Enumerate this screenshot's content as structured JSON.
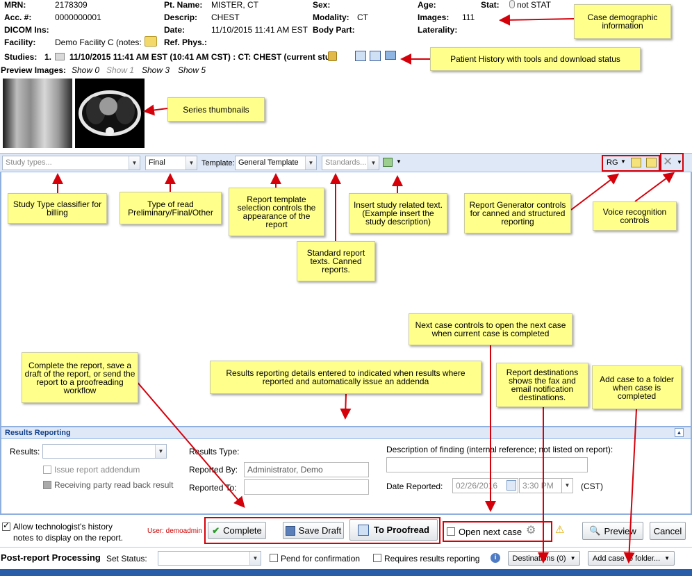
{
  "demographics": {
    "mrn_label": "MRN:",
    "mrn": "2178309",
    "acc_label": "Acc. #:",
    "acc": "0000000001",
    "dicom_label": "DICOM Ins:",
    "facility_label": "Facility:",
    "facility": "Demo Facility C (notes:",
    "ptname_label": "Pt. Name:",
    "ptname": "MISTER, CT",
    "descrip_label": "Descrip:",
    "descrip": "CHEST",
    "date_label": "Date:",
    "date": "11/10/2015 11:41 AM EST",
    "refphys_label": "Ref. Phys.:",
    "sex_label": "Sex:",
    "modality_label": "Modality:",
    "modality": "CT",
    "bodypart_label": "Body Part:",
    "age_label": "Age:",
    "images_label": "Images:",
    "images": "111",
    "laterality_label": "Laterality:",
    "stat_label": "Stat:",
    "stat": "not STAT"
  },
  "studies": {
    "label": "Studies:",
    "num": "1.",
    "text": "11/10/2015 11:41 AM EST (10:41 AM CST) : CT: CHEST (current stu"
  },
  "preview": {
    "label": "Preview Images:",
    "show_options": [
      "Show 0",
      "Show 1",
      "Show 3",
      "Show 5"
    ]
  },
  "toolbar": {
    "study_types_placeholder": "Study types...",
    "read_type": "Final",
    "template_label": "Template:",
    "template_value": "General Template",
    "standards_placeholder": "Standards...",
    "rg_label": "RG"
  },
  "notes": {
    "case_demo": "Case demographic information",
    "patient_history": "Patient History with tools and download status",
    "series_thumbs": "Series thumbnails",
    "study_type": "Study Type classifier for billing",
    "type_of_read": "Type of read Preliminary/Final/Other",
    "report_template": "Report template selection controls the appearance of the report",
    "insert_study": "Insert study related text. (Example insert the study description)",
    "report_generator": "Report Generator controls for canned and structured reporting",
    "voice_recognition": "Voice recognition controls",
    "standard_texts": "Standard report texts. Canned reports.",
    "next_case": "Next case controls to open the next case when current case is completed",
    "complete_report": "Complete the report, save a draft of the report, or send the report to a proofreading workflow",
    "results_details": "Results reporting details entered to indicated when results where reported and automatically issue an addenda",
    "report_destinations": "Report destinations shows the fax and email notification destinations.",
    "add_folder": "Add case to a folder when case is completed"
  },
  "results": {
    "section_title": "Results Reporting",
    "results_label": "Results:",
    "issue_addendum": "Issue report addendum",
    "read_back": "Receiving party read back result",
    "results_type_label": "Results Type:",
    "reported_by_label": "Reported By:",
    "reported_by_value": "Administrator, Demo",
    "reported_to_label": "Reported To:",
    "description_label": "Description of finding (internal reference; not listed on report):",
    "date_reported_label": "Date Reported:",
    "date_reported_value": "02/26/2016",
    "time_value": "3:30 PM",
    "tz": "(CST)"
  },
  "actions": {
    "allow_history": "Allow technologist's history notes to display on the report.",
    "user_label": "User: demoadmin",
    "complete": "Complete",
    "save_draft": "Save Draft",
    "to_proofread": "To Proofread",
    "open_next_case": "Open next case",
    "preview": "Preview",
    "cancel": "Cancel"
  },
  "post": {
    "title": "Post-report Processing",
    "set_status_label": "Set Status:",
    "pend": "Pend for confirmation",
    "requires": "Requires results reporting",
    "destinations": "Destinations (0)",
    "add_folder": "Add case to folder..."
  },
  "colors": {
    "annotation_red": "#d4000a",
    "note_yellow": "#ffff8c",
    "panel_blue": "#dfe8f6",
    "header_blue": "#2a5da8"
  }
}
